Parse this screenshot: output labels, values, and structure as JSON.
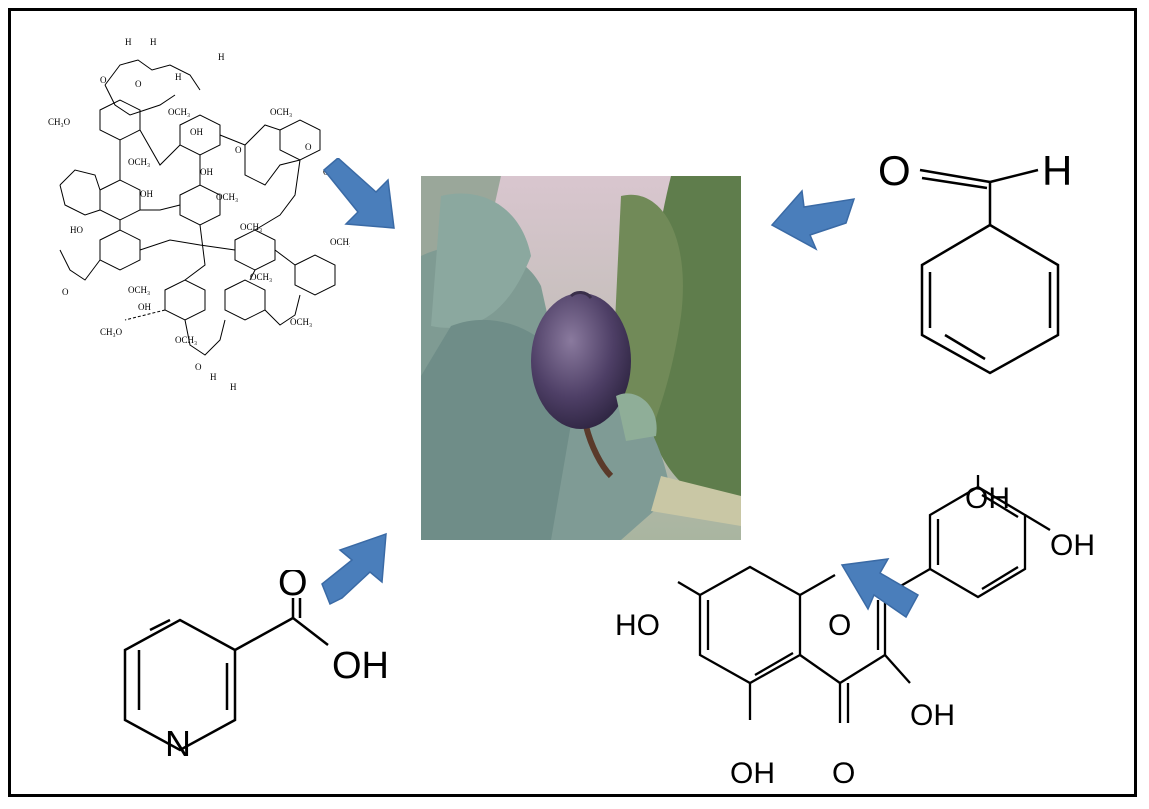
{
  "colors": {
    "arrow_fill": "#4a7ebb",
    "arrow_stroke": "#3a6aa5",
    "frame": "#000000"
  },
  "photo": {
    "subject": "fig-fruit-on-branch-photo"
  },
  "benzaldehyde": {
    "atoms": [
      "O",
      "H"
    ]
  },
  "nicotinic_acid": {
    "atoms": [
      "O",
      "OH",
      "N"
    ]
  },
  "quercetin": {
    "atoms": [
      "OH",
      "OH",
      "HO",
      "O",
      "OH",
      "O",
      "OH"
    ]
  },
  "lignin": {
    "labels": [
      "OCH3",
      "CH3O",
      "OCH3",
      "OH",
      "OCH3",
      "OH",
      "OCH3",
      "HO",
      "OCH3",
      "OCH3",
      "OCH3",
      "OCH3",
      "CH3O",
      "OCH3",
      "OCH3",
      "OH",
      "H",
      "H",
      "H",
      "O",
      "O",
      "O"
    ]
  }
}
